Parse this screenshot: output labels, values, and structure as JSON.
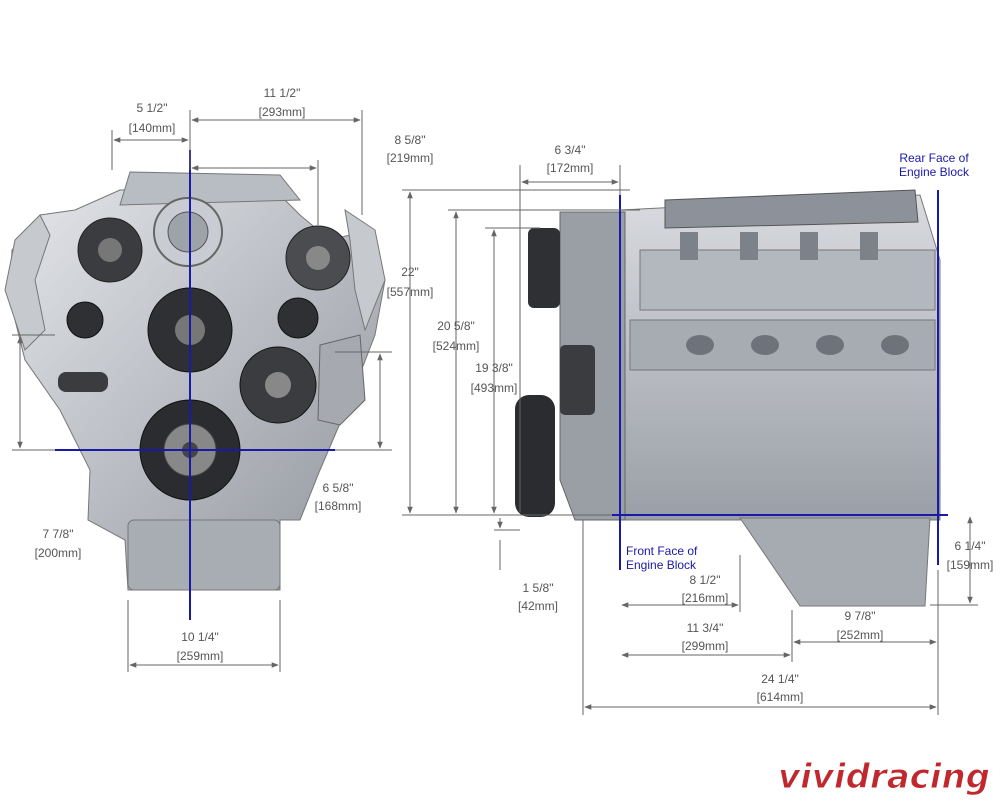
{
  "front_view": {
    "dims": {
      "d1": {
        "in": "5 1/2\"",
        "mm": "[140mm]"
      },
      "d2": {
        "in": "11 1/2\"",
        "mm": "[293mm]"
      },
      "d3": {
        "in": "8 5/8\"",
        "mm": "[219mm]"
      },
      "d4": {
        "in": "6 5/8\"",
        "mm": "[168mm]"
      },
      "d5": {
        "in": "7 7/8\"",
        "mm": "[200mm]"
      },
      "d6": {
        "in": "10 1/4\"",
        "mm": "[259mm]"
      }
    }
  },
  "side_view": {
    "dims": {
      "d7": {
        "in": "6 3/4\"",
        "mm": "[172mm]"
      },
      "d8": {
        "in": "22\"",
        "mm": "[557mm]"
      },
      "d9": {
        "in": "20 5/8\"",
        "mm": "[524mm]"
      },
      "d10": {
        "in": "19 3/8\"",
        "mm": "[493mm]"
      },
      "d11": {
        "in": "1 5/8\"",
        "mm": "[42mm]"
      },
      "d12": {
        "in": "8 1/2\"",
        "mm": "[216mm]"
      },
      "d13": {
        "in": "11 3/4\"",
        "mm": "[299mm]"
      },
      "d14": {
        "in": "9 7/8\"",
        "mm": "[252mm]"
      },
      "d15": {
        "in": "24 1/4\"",
        "mm": "[614mm]"
      },
      "d16": {
        "in": "6 1/4\"",
        "mm": "[159mm]"
      }
    },
    "rear_face": {
      "line1": "Rear Face of",
      "line2": "Engine Block"
    },
    "front_face": {
      "line1": "Front Face of",
      "line2": "Engine Block"
    }
  },
  "logo": {
    "text": "vividracing"
  },
  "colors": {
    "guide_blue": "#1a1aa8",
    "dim_gray": "#555555",
    "logo_red": "#c0282d"
  }
}
